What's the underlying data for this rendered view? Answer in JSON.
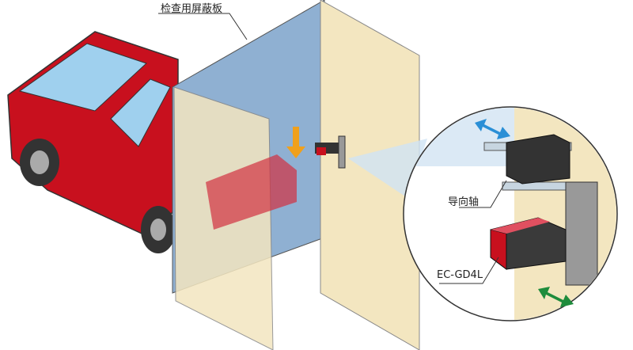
{
  "labels": {
    "shield_plate": "检查用屏蔽板",
    "guide_shaft": "导向轴",
    "model": "EC-GD4L"
  },
  "colors": {
    "car": "#c8101e",
    "wall": "#f3e6c0",
    "panel": "#8fb0d2",
    "arrow_blue": "#2a8fd6",
    "arrow_green": "#1e8c3c",
    "arrow_orange": "#f0a01c"
  }
}
